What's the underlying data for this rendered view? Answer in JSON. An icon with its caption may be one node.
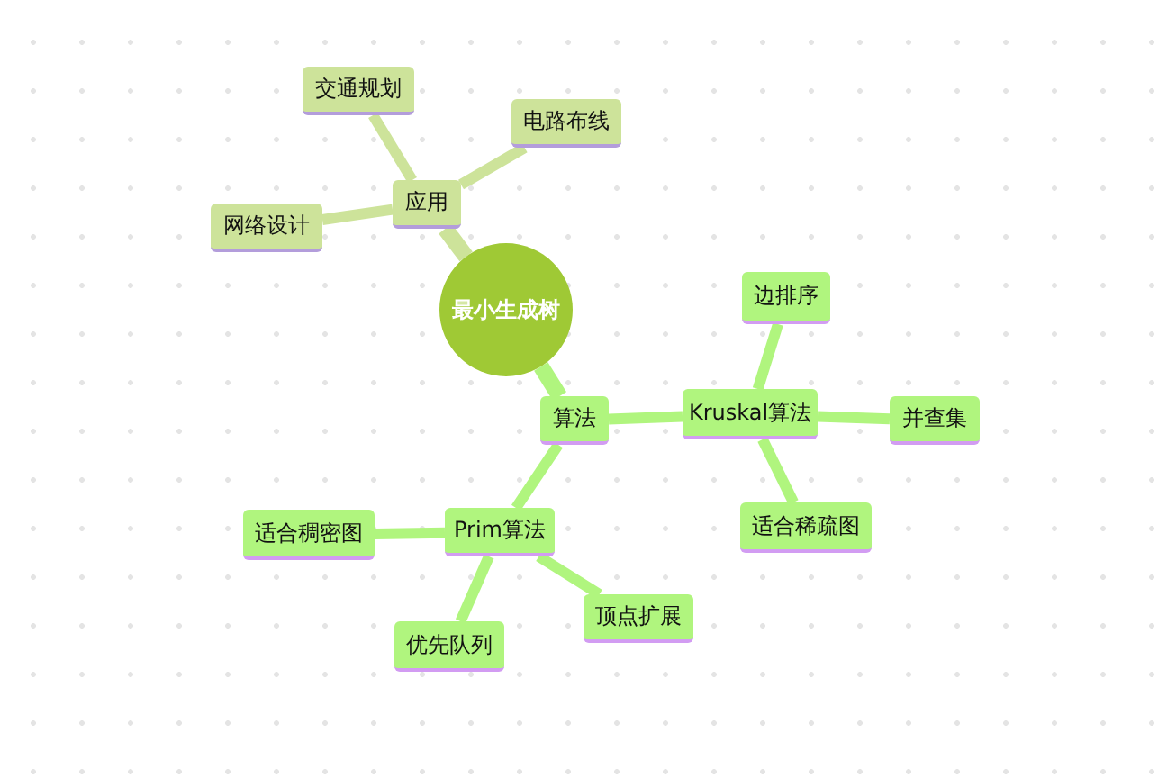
{
  "diagram": {
    "nodes": [
      {
        "text": [
          "最小生成树"
        ]
      },
      {
        "text": [
          "应用"
        ]
      },
      {
        "text": [
          "交通规划"
        ]
      },
      {
        "text": [
          "电路布线"
        ]
      },
      {
        "text": [
          "网络设计"
        ]
      },
      {
        "text": [
          "算法"
        ]
      },
      {
        "text": [
          "Kruskal算法"
        ]
      },
      {
        "text": [
          "边排序"
        ]
      },
      {
        "text": [
          "并查集"
        ]
      },
      {
        "text": [
          "适合稀疏图"
        ]
      },
      {
        "text": [
          "Prim算法"
        ]
      },
      {
        "text": [
          "适合稠密图"
        ]
      },
      {
        "text": [
          "优先队列"
        ]
      },
      {
        "text": [
          "顶点扩展"
        ]
      }
    ],
    "edges": [
      {
        "from": 0,
        "to": 1,
        "arrow": "none",
        "color": "#cde39a"
      },
      {
        "from": 1,
        "to": 2,
        "arrow": "none",
        "color": "#cde39a"
      },
      {
        "from": 1,
        "to": 3,
        "arrow": "none",
        "color": "#cde39a"
      },
      {
        "from": 1,
        "to": 4,
        "arrow": "none",
        "color": "#cde39a"
      },
      {
        "from": 0,
        "to": 5,
        "arrow": "none"
      },
      {
        "from": 5,
        "to": 6,
        "arrow": "none"
      },
      {
        "from": 6,
        "to": 7,
        "arrow": "none"
      },
      {
        "from": 6,
        "to": 8,
        "arrow": "none"
      },
      {
        "from": 6,
        "to": 9,
        "arrow": "none"
      },
      {
        "from": 5,
        "to": 10,
        "arrow": "none"
      },
      {
        "from": 10,
        "to": 11,
        "arrow": "none"
      },
      {
        "from": 10,
        "to": 12,
        "arrow": "none"
      },
      {
        "from": 10,
        "to": 13,
        "arrow": "none"
      }
    ]
  }
}
